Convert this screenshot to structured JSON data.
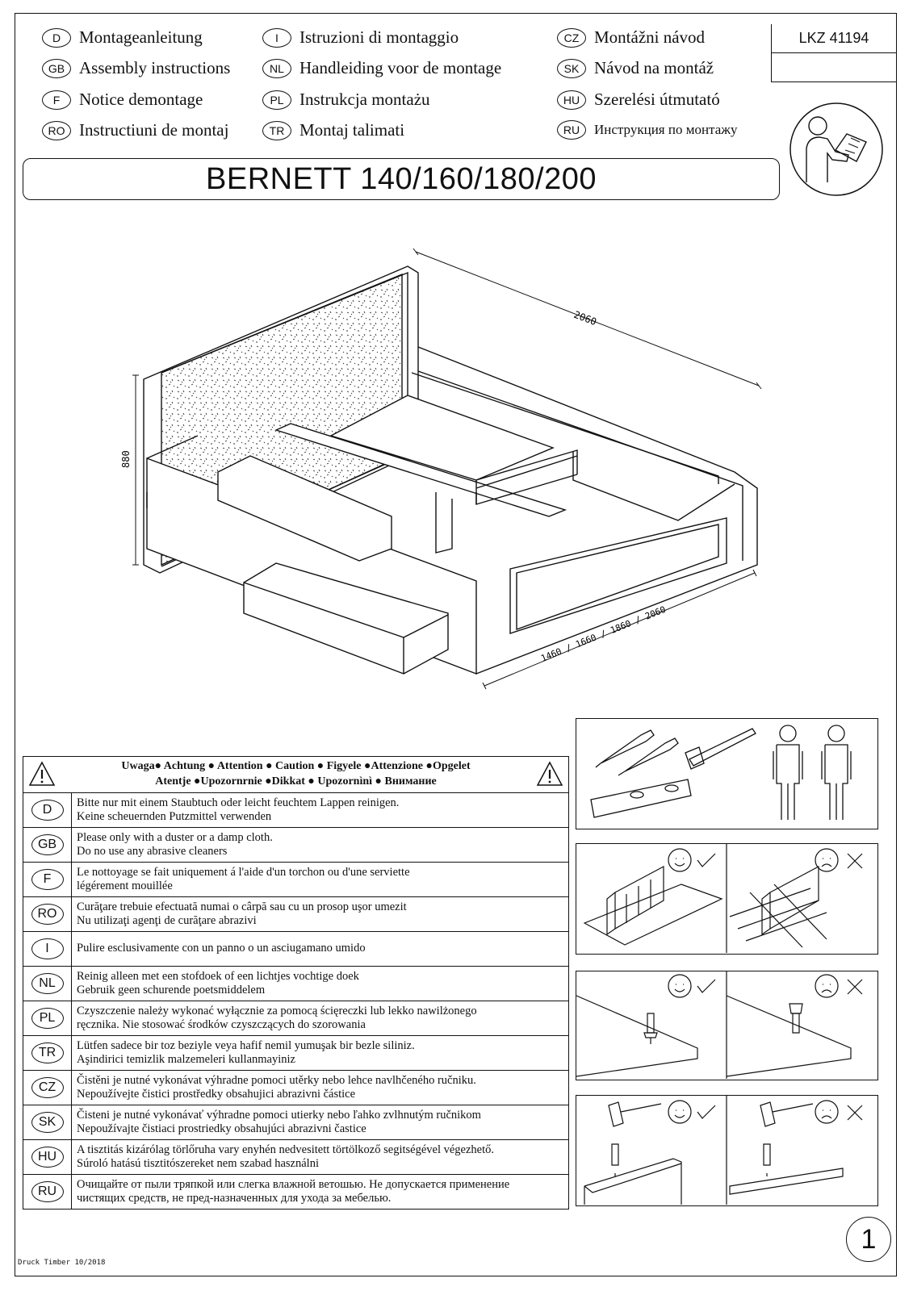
{
  "product_code": "LKZ 41194",
  "title": "BERNETT  140/160/180/200",
  "languages": [
    {
      "code": "D",
      "text": "Montageanleitung"
    },
    {
      "code": "GB",
      "text": "Assembly instructions"
    },
    {
      "code": "F",
      "text": "Notice demontage"
    },
    {
      "code": "RO",
      "text": "Instructiuni de montaj"
    },
    {
      "code": "I",
      "text": "Istruzioni di montaggio"
    },
    {
      "code": "NL",
      "text": "Handleiding voor de montage"
    },
    {
      "code": "PL",
      "text": "Instrukcja montażu"
    },
    {
      "code": "TR",
      "text": "Montaj talimati"
    },
    {
      "code": "CZ",
      "text": "Montážni návod"
    },
    {
      "code": "SK",
      "text": "Návod na montáž"
    },
    {
      "code": "HU",
      "text": "Szerelési útmutató"
    },
    {
      "code": "RU",
      "text": "Инструкция по монтажу"
    }
  ],
  "dimensions": {
    "length": "2060",
    "height": "880",
    "widths": "1460  /  1660  /  1860  /  2060"
  },
  "notice": {
    "head_line1": "Uwaga●  Achtung ●  Attention ●  Caution  ● Figyele  ●Attenzione  ●Opgelet",
    "head_line2": "Atentje  ●Upozornrnie  ●Dikkat  ●  Upozornìnì  ● Внимание",
    "rows": [
      {
        "code": "D",
        "line1": "Bitte nur mit einem Staubtuch oder leicht feuchtem Lappen reinigen.",
        "line2": "Keine scheuernden Putzmittel verwenden"
      },
      {
        "code": "GB",
        "line1": "Please only with a duster or a damp cloth.",
        "line2": "Do no use any abrasive cleaners"
      },
      {
        "code": "F",
        "line1": "Le nottoyage se fait uniquement á l'aide d'un torchon ou d'une serviette",
        "line2": "légérement mouillée"
      },
      {
        "code": "RO",
        "line1": "Curăţare trebuie efectuată numai o cârpă sau cu un prosop uşor umezit",
        "line2": "Nu utilizaţi agenţi de curăţare abrazivi"
      },
      {
        "code": "I",
        "line1": "Pulire esclusivamente con un panno o un asciugamano umido",
        "line2": ""
      },
      {
        "code": "NL",
        "line1": "Reinig alleen met een stofdoek of een lichtjes vochtige doek",
        "line2": "Gebruik geen schurende poetsmiddelem"
      },
      {
        "code": "PL",
        "line1": "Czyszczenie należy wykonać wyłącznie za pomocą ścięreczki lub lekko nawilżonego",
        "line2": "ręcznika. Nie stosować środków czyszczących do szorowania"
      },
      {
        "code": "TR",
        "line1": "Lütfen sadece bir toz beziyle veya hafif nemil yumuşak bir bezle siliniz.",
        "line2": "Aşindirici temizlik malzemeleri kullanmayiniz"
      },
      {
        "code": "CZ",
        "line1": "Čistěni je nutné vykonávat výhradne pomoci utěrky nebo lehce navlhčeného ručniku.",
        "line2": "Nepoužívejte čistici prostředky obsahujici abrazivni částice"
      },
      {
        "code": "SK",
        "line1": "Čisteni je nutné vykonávať výhradne pomoci utierky nebo ľahko zvlhnutým ručnikom",
        "line2": "Nepoužívajte čistiaci prostriedky obsahujúci abrazivni častice"
      },
      {
        "code": "HU",
        "line1": "A tisztitás kizárólag törlőruha vary enyhén nedvesitett törtölkoző segitségével végezhető.",
        "line2": "Súroló hatású tisztitószereket nem szabad használni"
      },
      {
        "code": "RU",
        "line1": "Очищайте от пыли тряпкой или слегка влажной ветошью. Не допускается применение",
        "line2": "чистящих средств, не пред-назначенных для ухода за мебелью."
      }
    ]
  },
  "footer": "Druck Timber 10/2018",
  "page_number": "1"
}
